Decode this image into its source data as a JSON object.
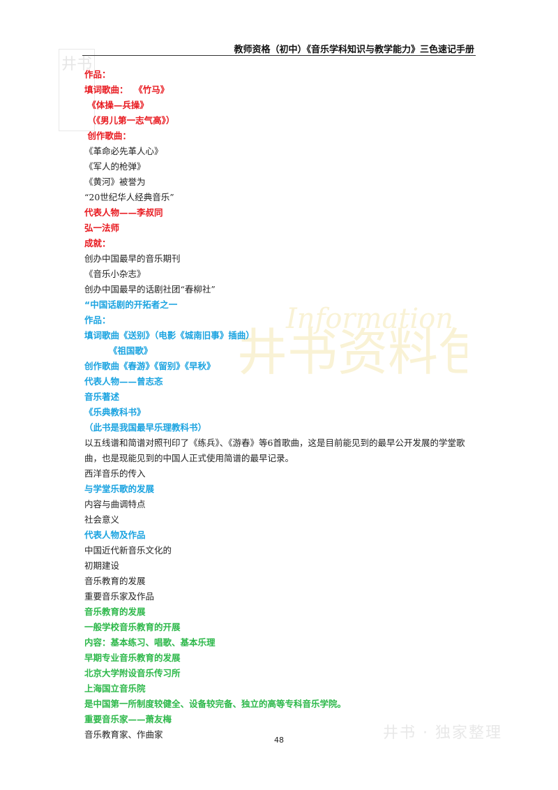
{
  "header": {
    "title": "教师资格（初中）《音乐学科知识与教学能力》三色速记手册"
  },
  "watermarks": {
    "seal_text": "井书",
    "center_text": "井书资料包",
    "center_script": "Information",
    "footer_text": "井书 · 独家整理"
  },
  "lines": [
    {
      "text": "作品：",
      "color": "red"
    },
    {
      "text": "填词歌曲：  《竹马》",
      "color": "red"
    },
    {
      "text": " 《体操—兵操》",
      "color": "red"
    },
    {
      "text": " （《男儿第一志气高》）",
      "color": "red"
    },
    {
      "text": " 创作歌曲：",
      "color": "red"
    },
    {
      "text": "《革命必先革人心》",
      "color": "black"
    },
    {
      "text": "《军人的枪弹》",
      "color": "black"
    },
    {
      "text": "《黄河》被誉为",
      "color": "black"
    },
    {
      "text": "“20世纪华人经典音乐”",
      "color": "black"
    },
    {
      "text": "代表人物——李叔同",
      "color": "red"
    },
    {
      "text": "弘一法师",
      "color": "red"
    },
    {
      "text": "成就：",
      "color": "red"
    },
    {
      "text": "创办中国最早的音乐期刊",
      "color": "black"
    },
    {
      "text": "《音乐小杂志》",
      "color": "black"
    },
    {
      "text": "创办中国最早的话剧社团“春柳社”",
      "color": "black"
    },
    {
      "text": "“中国话剧的开拓者之一",
      "color": "blue"
    },
    {
      "text": "作品：",
      "color": "blue"
    },
    {
      "text": "填词歌曲《送别》（电影《城南旧事》插曲）",
      "color": "blue"
    },
    {
      "text": "        《祖国歌》",
      "color": "blue"
    },
    {
      "text": "创作歌曲《春游》《留别》《早秋》",
      "color": "blue"
    },
    {
      "text": "代表人物——曾志忞",
      "color": "blue"
    },
    {
      "text": "音乐著述",
      "color": "blue"
    },
    {
      "text": "《乐典教科书》",
      "color": "blue"
    },
    {
      "text": "（此书是我国最早乐理教科书）",
      "color": "blue"
    },
    {
      "text": "以五线谱和简谱对照刊印了《练兵》、《游春》等6首歌曲，这是目前能见到的最早公开发展的学堂歌曲，也是现能见到的中国人正式使用简谱的最早记录。",
      "color": "black",
      "wrap": true
    },
    {
      "text": "西洋音乐的传入",
      "color": "black"
    },
    {
      "text": "与学堂乐歌的发展",
      "color": "blue"
    },
    {
      "text": "内容与曲调特点",
      "color": "black"
    },
    {
      "text": "社会意义",
      "color": "black"
    },
    {
      "text": "代表人物及作品",
      "color": "blue"
    },
    {
      "text": "中国近代新音乐文化的",
      "color": "black"
    },
    {
      "text": "初期建设",
      "color": "black"
    },
    {
      "text": "音乐教育的发展",
      "color": "black"
    },
    {
      "text": "重要音乐家及作品",
      "color": "black"
    },
    {
      "text": "音乐教育的发展",
      "color": "green"
    },
    {
      "text": "一般学校音乐教育的开展",
      "color": "green"
    },
    {
      "text": "内容：基本练习、唱歌、基本乐理",
      "color": "green"
    },
    {
      "text": "早期专业音乐教育的发展",
      "color": "green"
    },
    {
      "text": "北京大学附设音乐传习所",
      "color": "green"
    },
    {
      "text": "上海国立音乐院",
      "color": "green"
    },
    {
      "text": "是中国第一所制度较健全、设备较完备、独立的高等专科音乐学院。",
      "color": "green"
    },
    {
      "text": "重要音乐家——萧友梅",
      "color": "green"
    },
    {
      "text": "音乐教育家、作曲家",
      "color": "black"
    }
  ],
  "page_number": "48"
}
